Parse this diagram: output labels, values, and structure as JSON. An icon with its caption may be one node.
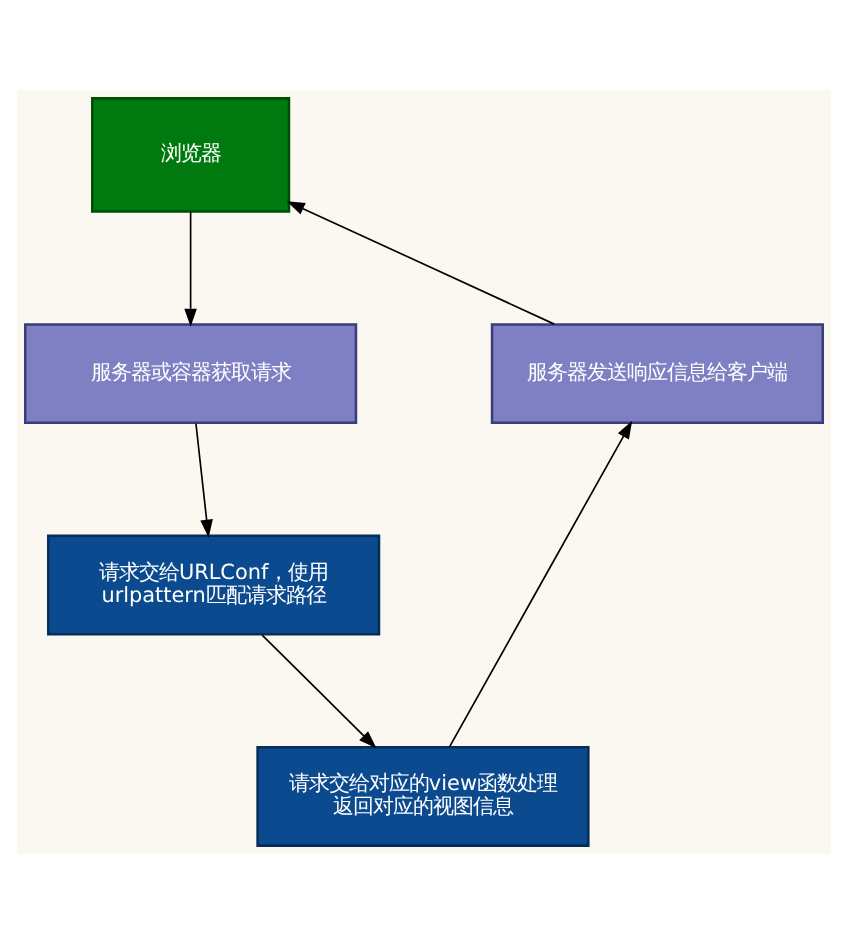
{
  "diagram": {
    "nodes": [
      {
        "text": [
          "浏览器"
        ]
      },
      {
        "text": [
          "服务器或容器获取请求"
        ]
      },
      {
        "text": [
          "服务器发送响应信息给客户端"
        ]
      },
      {
        "text": [
          "请求交给URLConf，使用urlpattern匹配请求路径"
        ]
      },
      {
        "text": [
          "请求交给对应的view函数处理返回对应的视图信息"
        ]
      }
    ],
    "edges": [
      {
        "from": 0,
        "to": 1,
        "arrow": "to"
      },
      {
        "from": 1,
        "to": 3,
        "arrow": "to"
      },
      {
        "from": 3,
        "to": 4,
        "arrow": "to"
      },
      {
        "from": 4,
        "to": 2,
        "arrow": "to"
      },
      {
        "from": 2,
        "to": 0,
        "arrow": "to"
      }
    ]
  }
}
